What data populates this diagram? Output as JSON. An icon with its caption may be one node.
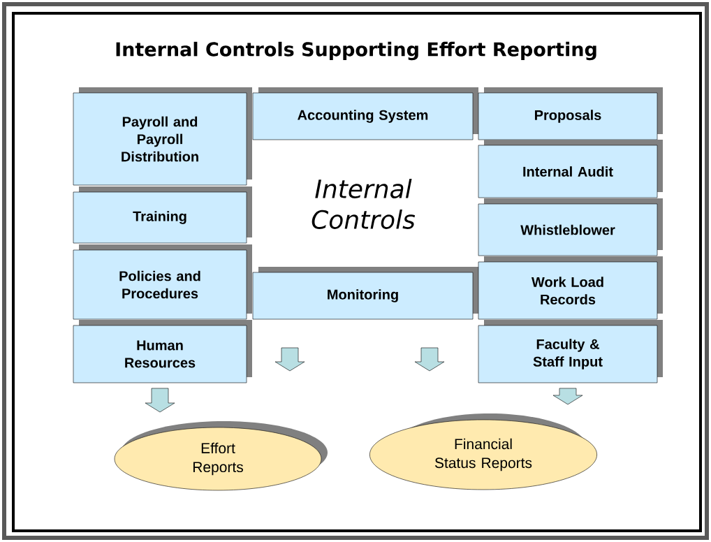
{
  "diagram": {
    "title": "Internal Controls Supporting Effort Reporting",
    "nodes": [
      {
        "text": [
          "Payroll and Payroll Distribution"
        ]
      },
      {
        "text": [
          "Accounting System"
        ]
      },
      {
        "text": [
          "Proposals"
        ]
      },
      {
        "text": [
          "Internal Audit"
        ]
      },
      {
        "text": [
          "Training"
        ]
      },
      {
        "text": [
          "Whistleblower"
        ]
      },
      {
        "text": [
          "Policies and Procedures"
        ]
      },
      {
        "text": [
          "Monitoring"
        ]
      },
      {
        "text": [
          "Work Load Records"
        ]
      },
      {
        "text": [
          "Human Resources"
        ]
      },
      {
        "text": [
          "Faculty & Staff Input"
        ]
      },
      {
        "text": [
          "Effort Reports"
        ]
      },
      {
        "text": [
          "Financial Status Reports"
        ]
      }
    ],
    "edges": [
      {
        "from": 9,
        "to": 11,
        "arrow": "to"
      },
      {
        "from": 10,
        "to": 12,
        "arrow": "to"
      }
    ],
    "labels": [
      "Internal Controls"
    ]
  }
}
